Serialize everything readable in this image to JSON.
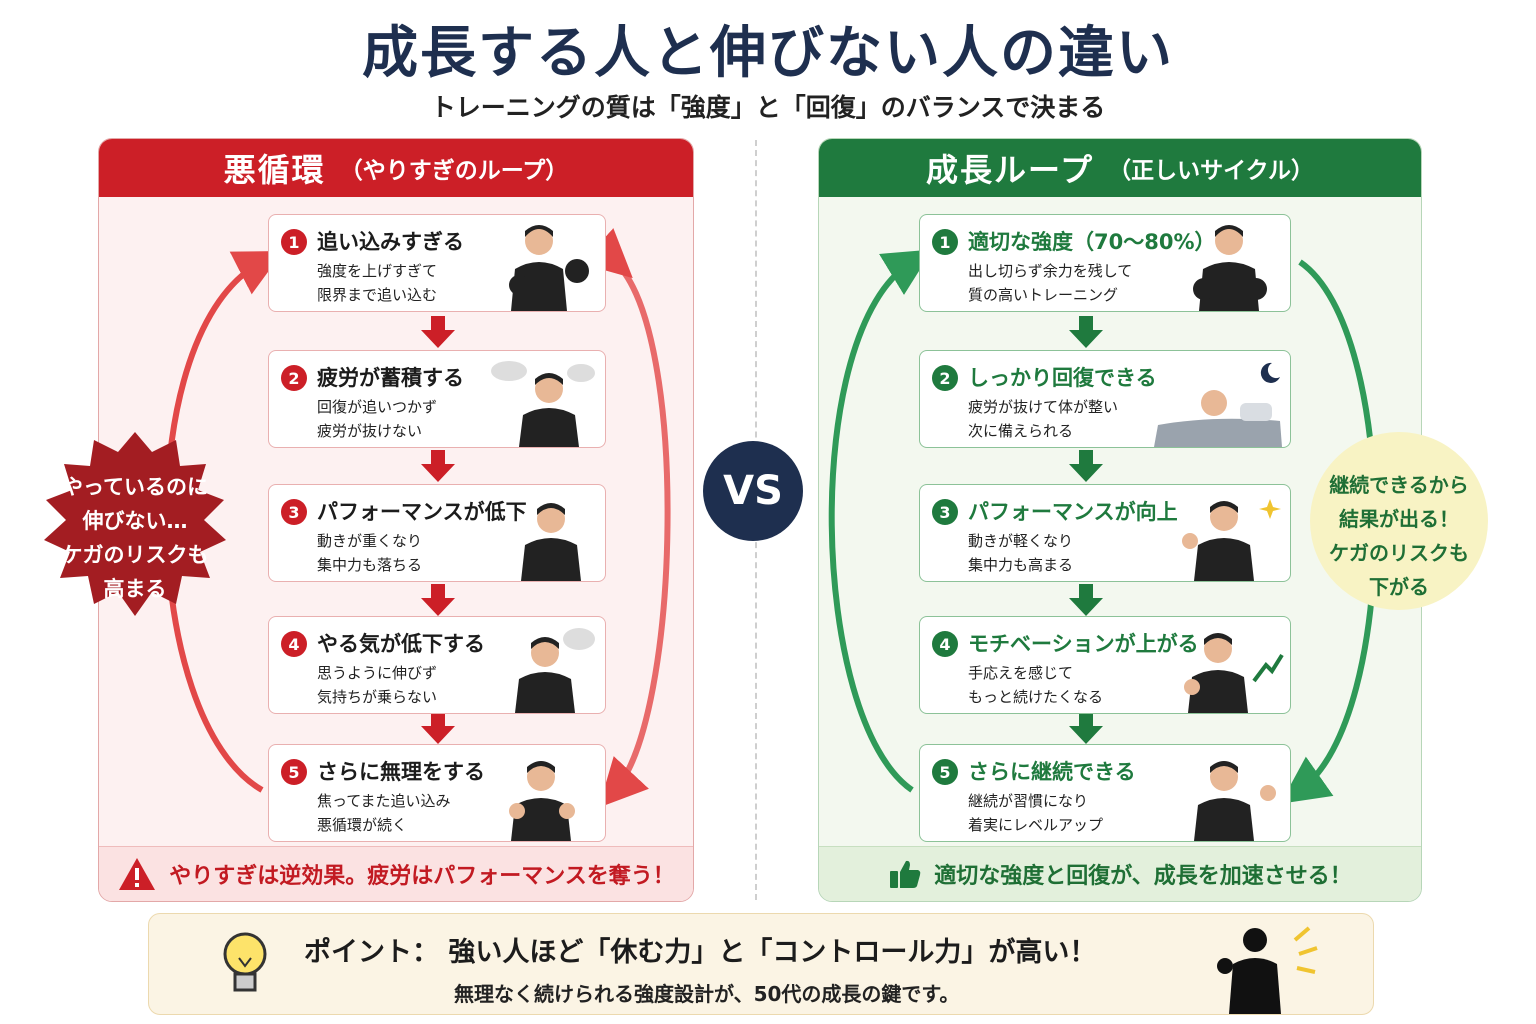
{
  "title": "成長する人と伸びない人の違い",
  "subtitle": "トレーニングの質は「強度」と「回復」のバランスで決まる",
  "vs_label": "VS",
  "bad_panel": {
    "header": "悪循環",
    "header_sub": "（やりすぎのループ）",
    "color": "#cc1f27",
    "steps": [
      {
        "num": "1",
        "title": "追い込みすぎる",
        "desc": [
          "強度を上げすぎて",
          "限界まで追い込む"
        ]
      },
      {
        "num": "2",
        "title": "疲労が蓄積する",
        "desc": [
          "回復が追いつかず",
          "疲労が抜けない"
        ]
      },
      {
        "num": "3",
        "title": "パフォーマンスが低下",
        "desc": [
          "動きが重くなり",
          "集中力も落ちる"
        ]
      },
      {
        "num": "4",
        "title": "やる気が低下する",
        "desc": [
          "思うように伸びず",
          "気持ちが乗らない"
        ]
      },
      {
        "num": "5",
        "title": "さらに無理をする",
        "desc": [
          "焦ってまた追い込み",
          "悪循環が続く"
        ]
      }
    ],
    "callout": [
      "やっているのに",
      "伸びない…",
      "ケガのリスクも",
      "高まる"
    ],
    "footer": "やりすぎは逆効果。疲労はパフォーマンスを奪う！",
    "footer_icon": "warning-icon"
  },
  "good_panel": {
    "header": "成長ループ",
    "header_sub": "（正しいサイクル）",
    "color": "#1f7a3e",
    "steps": [
      {
        "num": "1",
        "title": "適切な強度（70〜80%）",
        "desc": [
          "出し切らず余力を残して",
          "質の高いトレーニング"
        ]
      },
      {
        "num": "2",
        "title": "しっかり回復できる",
        "desc": [
          "疲労が抜けて体が整い",
          "次に備えられる"
        ]
      },
      {
        "num": "3",
        "title": "パフォーマンスが向上",
        "desc": [
          "動きが軽くなり",
          "集中力も高まる"
        ]
      },
      {
        "num": "4",
        "title": "モチベーションが上がる",
        "desc": [
          "手応えを感じて",
          "もっと続けたくなる"
        ]
      },
      {
        "num": "5",
        "title": "さらに継続できる",
        "desc": [
          "継続が習慣になり",
          "着実にレベルアップ"
        ]
      }
    ],
    "callout": [
      "継続できるから",
      "結果が出る！",
      "ケガのリスクも",
      "下がる"
    ],
    "footer": "適切な強度と回復が、成長を加速させる！",
    "footer_icon": "thumbs-up-icon"
  },
  "point": {
    "title": "ポイント：  強い人ほど「休む力」と「コントロール力」が高い！",
    "sub": "無理なく続けられる強度設計が、50代の成長の鍵です。",
    "icon": "lightbulb-icon"
  }
}
